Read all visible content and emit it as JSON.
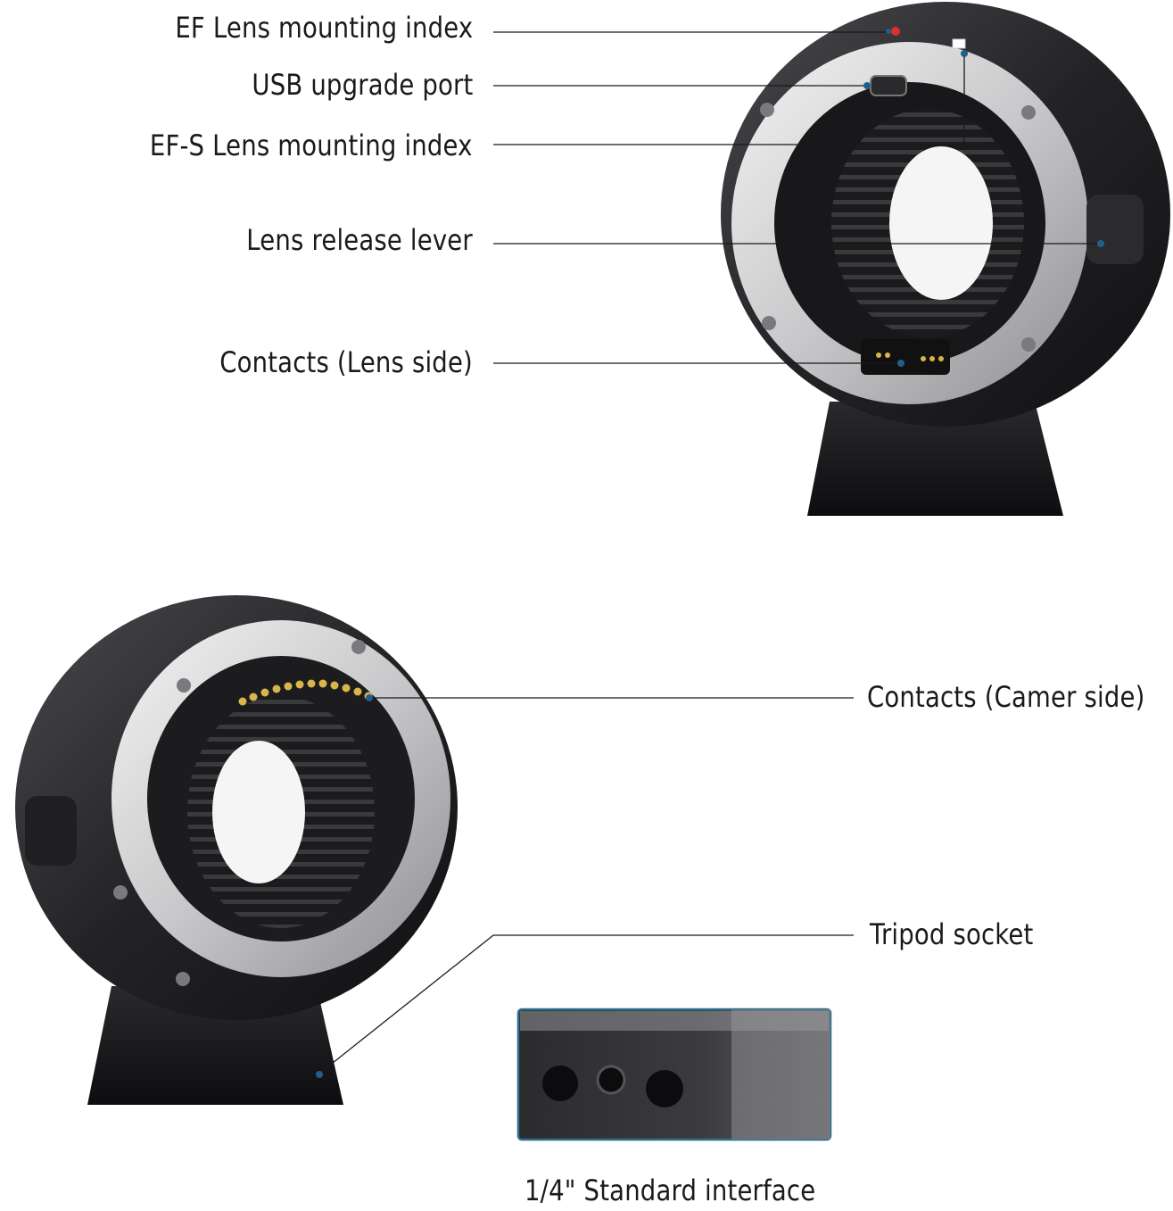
{
  "labels": {
    "ef_index": "EF Lens mounting index",
    "usb_port": "USB upgrade port",
    "efs_index": "EF-S Lens mounting index",
    "release_lever": "Lens release lever",
    "contacts_lens": "Contacts (Lens side)",
    "contacts_camera": "Contacts (Camer side)",
    "tripod_socket": "Tripod socket",
    "standard_interface": "1/4\" Standard interface"
  },
  "colors": {
    "ef_index_dot": "#d8322f",
    "pointer_dot": "#1f5f8b",
    "inset_border": "#2e6f8e",
    "contacts_gold": "#d9b54a"
  },
  "icons": {
    "top_adapter": "lens-mount-adapter-lens-side",
    "bottom_adapter": "lens-mount-adapter-camera-side",
    "tripod_foot_inset": "tripod-foot-closeup"
  }
}
